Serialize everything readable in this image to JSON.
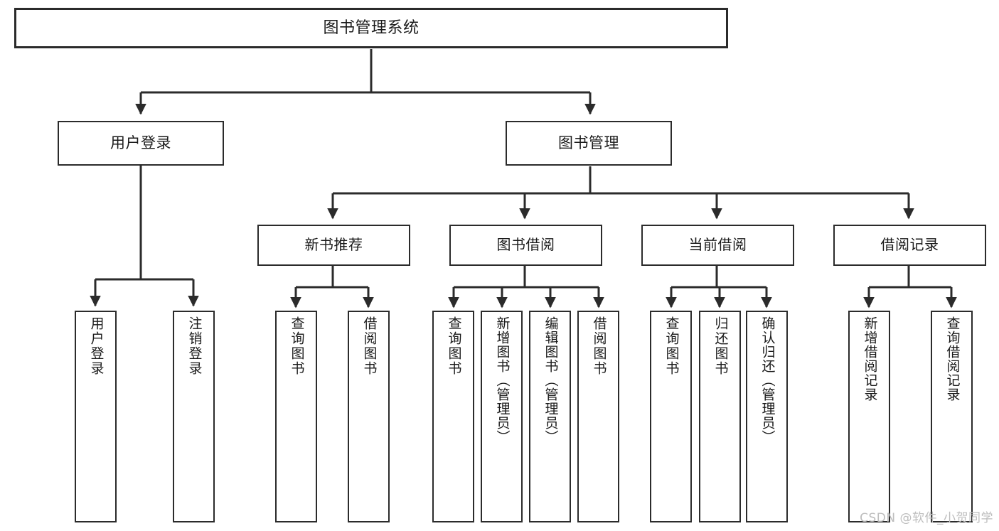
{
  "diagram": {
    "title": "图书管理系统",
    "type": "tree",
    "watermark": "CSDN @软件_小贺同学",
    "colors": {
      "box_border": "#2b2b2b",
      "box_fill": "#ffffff",
      "connector": "#2b2b2b",
      "background": "#ffffff",
      "watermark": "#bdbdbd"
    },
    "nodes": {
      "root": {
        "label": "图书管理系统"
      },
      "level2": [
        {
          "label": "用户登录"
        },
        {
          "label": "图书管理"
        }
      ],
      "level3": [
        {
          "label": "新书推荐"
        },
        {
          "label": "图书借阅"
        },
        {
          "label": "当前借阅"
        },
        {
          "label": "借阅记录"
        }
      ],
      "leaves": {
        "user_login": [
          {
            "label": "用户登录"
          },
          {
            "label": "注销登录"
          }
        ],
        "new_book": [
          {
            "label": "查询图书"
          },
          {
            "label": "借阅图书"
          }
        ],
        "book_borrow": [
          {
            "label": "查询图书"
          },
          {
            "label": "新增图书（管理员）"
          },
          {
            "label": "编辑图书（管理员）"
          },
          {
            "label": "借阅图书"
          }
        ],
        "current_borrow": [
          {
            "label": "查询图书"
          },
          {
            "label": "归还图书"
          },
          {
            "label": "确认归还（管理员）"
          }
        ],
        "borrow_record": [
          {
            "label": "新增借阅记录"
          },
          {
            "label": "查询借阅记录"
          }
        ]
      }
    }
  }
}
